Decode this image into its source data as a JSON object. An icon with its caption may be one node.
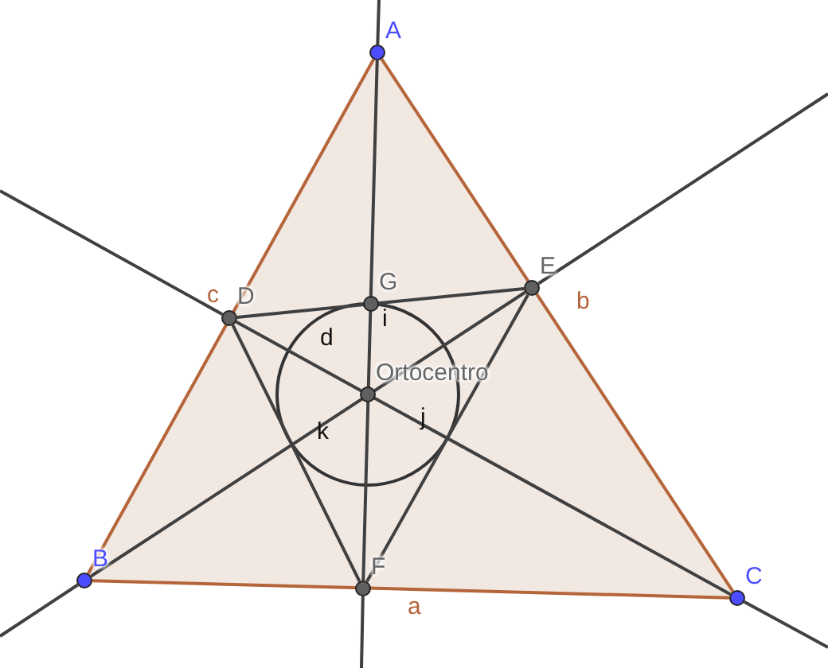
{
  "diagram": {
    "nodes": [
      {
        "text": [
          "A"
        ]
      },
      {
        "text": [
          "B"
        ]
      },
      {
        "text": [
          "C"
        ]
      },
      {
        "text": [
          "D"
        ]
      },
      {
        "text": [
          "E"
        ]
      },
      {
        "text": [
          "F"
        ]
      },
      {
        "text": [
          "G"
        ]
      },
      {
        "text": [
          "Ortocentro"
        ]
      }
    ],
    "edges": [
      {
        "from": 0,
        "to": 1,
        "arrow": "none",
        "label": "c",
        "color": "#b5653a"
      },
      {
        "from": 1,
        "to": 2,
        "arrow": "none",
        "label": "a",
        "color": "#b5653a"
      },
      {
        "from": 2,
        "to": 0,
        "arrow": "none",
        "label": "b",
        "color": "#b5653a"
      },
      {
        "from": 0,
        "to": 5,
        "arrow": "none"
      },
      {
        "from": 1,
        "to": 4,
        "arrow": "none"
      },
      {
        "from": 2,
        "to": 3,
        "arrow": "none"
      },
      {
        "from": 3,
        "to": 4,
        "arrow": "none"
      },
      {
        "from": 4,
        "to": 5,
        "arrow": "none"
      },
      {
        "from": 5,
        "to": 3,
        "arrow": "none"
      },
      {
        "from": 0,
        "to": null,
        "arrow": "none"
      },
      {
        "from": 5,
        "to": null,
        "arrow": "none"
      },
      {
        "from": 1,
        "to": null,
        "arrow": "none"
      },
      {
        "from": 4,
        "to": null,
        "arrow": "none"
      },
      {
        "from": 2,
        "to": null,
        "arrow": "none"
      },
      {
        "from": 3,
        "to": null,
        "arrow": "none"
      }
    ],
    "labels": [
      "d",
      "i",
      "j",
      "k"
    ]
  }
}
